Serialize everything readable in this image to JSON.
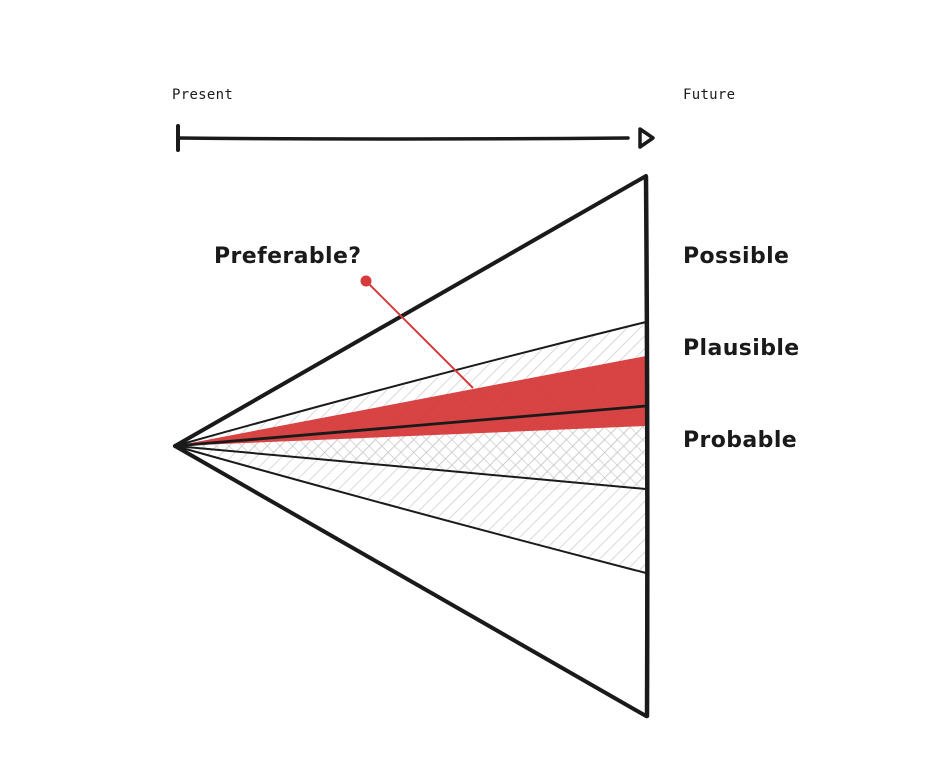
{
  "timeline": {
    "start_label": "Present",
    "end_label": "Future"
  },
  "cone_labels": {
    "possible": "Possible",
    "plausible": "Plausible",
    "probable": "Probable",
    "preferable": "Preferable?"
  },
  "colors": {
    "ink": "#1a1a1a",
    "preferable_red": "#d63a3a",
    "hatch_gray": "#c9c9c9",
    "background": "#ffffff"
  }
}
